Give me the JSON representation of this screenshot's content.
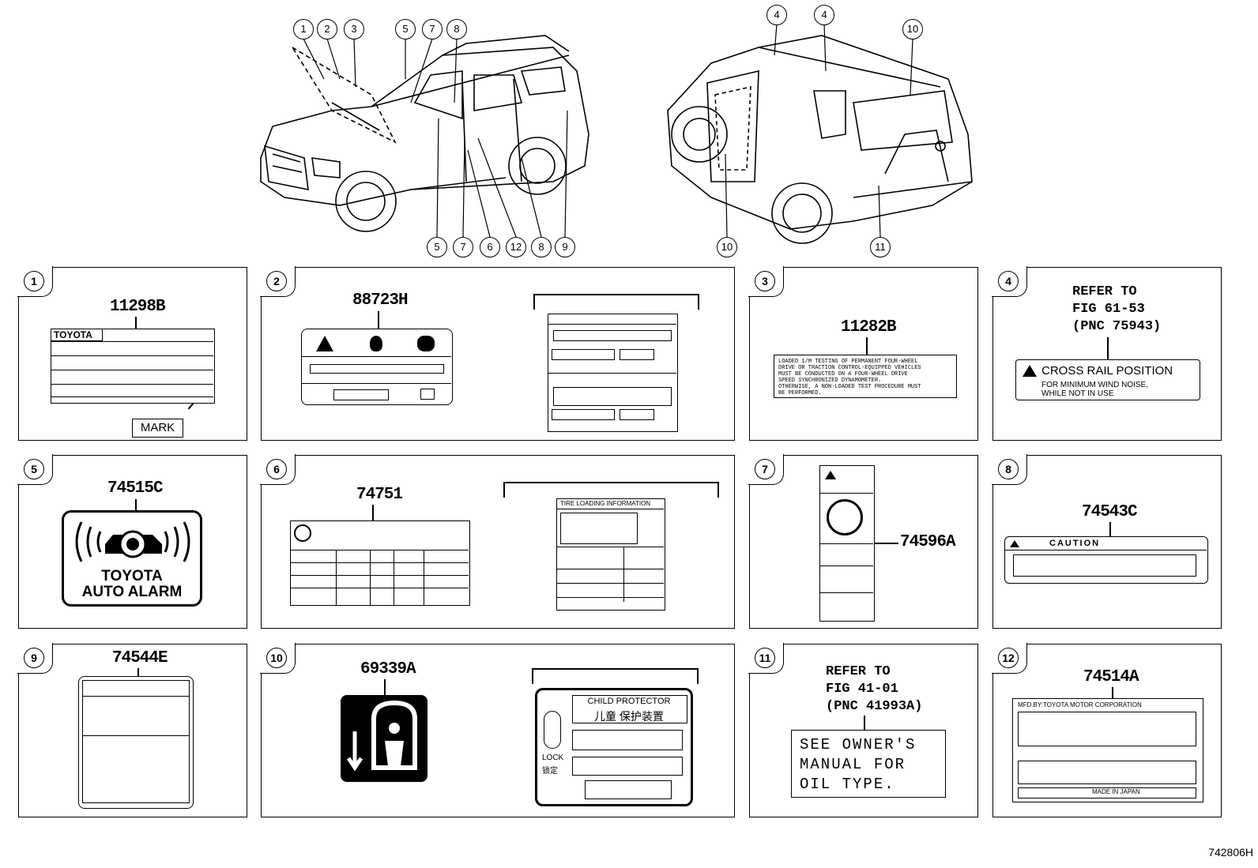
{
  "callouts_left_top": [
    "1",
    "2",
    "3",
    "5",
    "7",
    "8"
  ],
  "callouts_left_bottom": [
    "5",
    "7",
    "6",
    "12",
    "8",
    "9"
  ],
  "callouts_right_top": [
    "4",
    "4",
    "10"
  ],
  "callouts_right_bottom": [
    "10",
    "11"
  ],
  "panels": [
    {
      "num": "1",
      "part": "11298B",
      "brand": "TOYOTA",
      "mark": "MARK"
    },
    {
      "num": "2",
      "part": "88723H"
    },
    {
      "num": "3",
      "part": "11282B",
      "lines": [
        "LOADED 1/M TESTING OF PERMANENT FOUR-WHEEL",
        "DRIVE OR TRACTION CONTROL-EQUIPPED VEHICLES",
        "MUST BE CONDUCTED ON A FOUR-WHEEL DRIVE",
        "SPEED SYNCHRONIZED DYNAMOMETER.",
        "OTHERWISE, A NON-LOADED TEST PROCEDURE MUST",
        "BE PERFORMED."
      ]
    },
    {
      "num": "4",
      "refer": [
        "REFER TO",
        "FIG 61-53",
        "(PNC 75943)"
      ],
      "label_title": "CROSS RAIL POSITION",
      "label_sub": [
        "FOR MINIMUM WIND NOISE,",
        "WHILE NOT IN USE"
      ]
    },
    {
      "num": "5",
      "part": "74515C",
      "label": [
        "TOYOTA",
        "AUTO ALARM"
      ]
    },
    {
      "num": "6",
      "part": "74751",
      "tire_title": "TIRE LOADING INFORMATION"
    },
    {
      "num": "7",
      "part": "74596A"
    },
    {
      "num": "8",
      "part": "74543C",
      "caution": "CAUTION"
    },
    {
      "num": "9",
      "part": "74544E"
    },
    {
      "num": "10",
      "part": "69339A",
      "child_en": "CHILD PROTECTOR",
      "child_cn": "儿童 保护装置",
      "lock": "LOCK",
      "lock_cn": "锁定"
    },
    {
      "num": "11",
      "refer": [
        "REFER TO",
        "FIG 41-01",
        "(PNC 41993A)"
      ],
      "oil": [
        "SEE OWNER'S",
        "MANUAL FOR",
        "OIL TYPE."
      ]
    },
    {
      "num": "12",
      "part": "74514A",
      "mfd": "MFD.BY:TOYOTA MOTOR CORPORATION",
      "made": "MADE IN JAPAN"
    }
  ],
  "figure_id": "742806H"
}
